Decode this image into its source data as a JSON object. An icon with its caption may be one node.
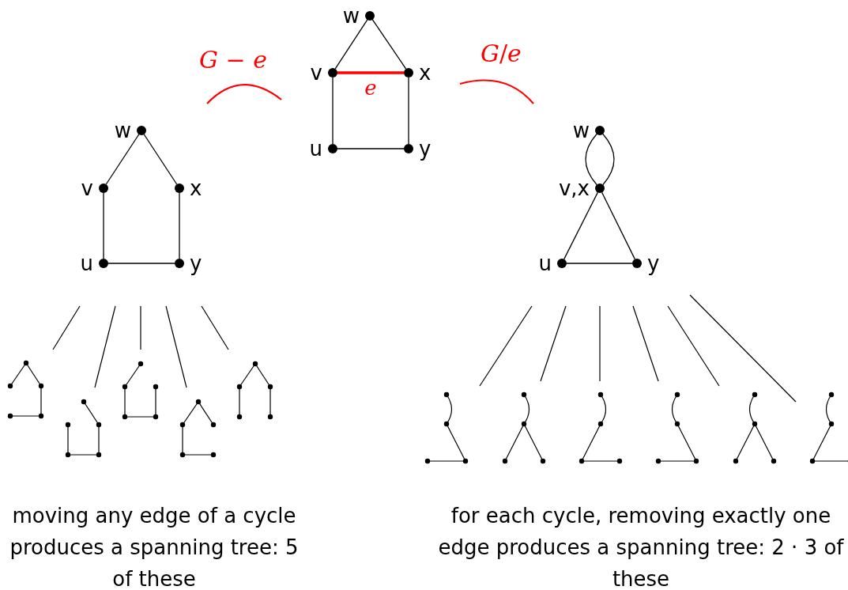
{
  "diagram": {
    "nodes": [
      {
        "text": [
          "w"
        ]
      },
      {
        "text": [
          "v"
        ]
      },
      {
        "text": [
          "x"
        ]
      },
      {
        "text": [
          "u"
        ]
      },
      {
        "text": [
          "y"
        ]
      },
      {
        "text": [
          "w"
        ]
      },
      {
        "text": [
          "v"
        ]
      },
      {
        "text": [
          "x"
        ]
      },
      {
        "text": [
          "u"
        ]
      },
      {
        "text": [
          "y"
        ]
      },
      {
        "text": [
          "w"
        ]
      },
      {
        "text": [
          "v,x"
        ]
      },
      {
        "text": [
          "u"
        ]
      },
      {
        "text": [
          "y"
        ]
      }
    ],
    "edges": [
      {
        "from": 0,
        "to": 1,
        "arrow": "none"
      },
      {
        "from": 0,
        "to": 2,
        "arrow": "none"
      },
      {
        "from": 1,
        "to": 2,
        "arrow": "none",
        "label": "e",
        "style": "thick",
        "color": "#ff0000"
      },
      {
        "from": 1,
        "to": 3,
        "arrow": "none"
      },
      {
        "from": 2,
        "to": 4,
        "arrow": "none"
      },
      {
        "from": 3,
        "to": 4,
        "arrow": "none"
      },
      {
        "from": 5,
        "to": 6,
        "arrow": "none"
      },
      {
        "from": 5,
        "to": 7,
        "arrow": "none"
      },
      {
        "from": 6,
        "to": 8,
        "arrow": "none"
      },
      {
        "from": 7,
        "to": 9,
        "arrow": "none"
      },
      {
        "from": 8,
        "to": 9,
        "arrow": "none"
      },
      {
        "from": 10,
        "to": 11,
        "arrow": "none"
      },
      {
        "from": 10,
        "to": 11,
        "arrow": "none"
      },
      {
        "from": 11,
        "to": 12,
        "arrow": "none"
      },
      {
        "from": 11,
        "to": 13,
        "arrow": "none"
      },
      {
        "from": 12,
        "to": 13,
        "arrow": "none"
      }
    ],
    "labels": [
      "*G* − *e*",
      "*G*/*e*",
      "moving any edge of a cycle produces a spanning tree: 5 of these",
      "for each cycle, removing exactly one edge produces a spanning tree: 2 · 3 of these"
    ]
  }
}
